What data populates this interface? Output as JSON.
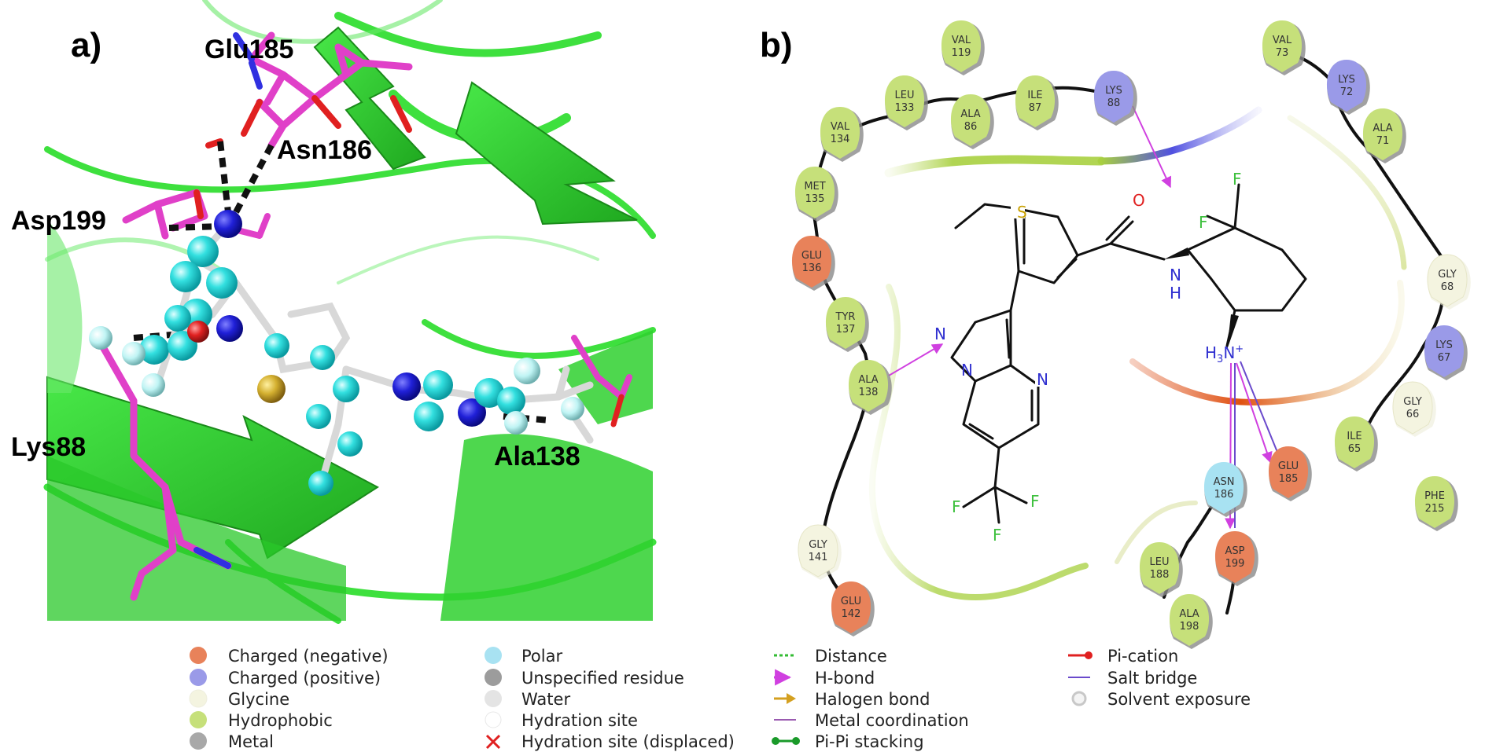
{
  "panel_a": {
    "letter": "a)",
    "residues": [
      {
        "label": "Glu185"
      },
      {
        "label": "Asn186"
      },
      {
        "label": "Asp199"
      },
      {
        "label": "Lys88"
      },
      {
        "label": "Ala138"
      }
    ]
  },
  "panel_b": {
    "letter": "b)",
    "residues": [
      {
        "name": "VAL",
        "num": "119",
        "type": "hydrophobic"
      },
      {
        "name": "LEU",
        "num": "133",
        "type": "hydrophobic"
      },
      {
        "name": "ALA",
        "num": "86",
        "type": "hydrophobic"
      },
      {
        "name": "ILE",
        "num": "87",
        "type": "hydrophobic"
      },
      {
        "name": "LYS",
        "num": "88",
        "type": "positive"
      },
      {
        "name": "VAL",
        "num": "134",
        "type": "hydrophobic"
      },
      {
        "name": "MET",
        "num": "135",
        "type": "hydrophobic"
      },
      {
        "name": "GLU",
        "num": "136",
        "type": "negative"
      },
      {
        "name": "TYR",
        "num": "137",
        "type": "hydrophobic"
      },
      {
        "name": "ALA",
        "num": "138",
        "type": "hydrophobic"
      },
      {
        "name": "GLY",
        "num": "141",
        "type": "glycine"
      },
      {
        "name": "GLU",
        "num": "142",
        "type": "negative"
      },
      {
        "name": "VAL",
        "num": "73",
        "type": "hydrophobic"
      },
      {
        "name": "LYS",
        "num": "72",
        "type": "positive"
      },
      {
        "name": "ALA",
        "num": "71",
        "type": "hydrophobic"
      },
      {
        "name": "GLY",
        "num": "68",
        "type": "glycine"
      },
      {
        "name": "LYS",
        "num": "67",
        "type": "positive"
      },
      {
        "name": "GLY",
        "num": "66",
        "type": "glycine"
      },
      {
        "name": "ILE",
        "num": "65",
        "type": "hydrophobic"
      },
      {
        "name": "PHE",
        "num": "215",
        "type": "hydrophobic"
      },
      {
        "name": "ASN",
        "num": "186",
        "type": "polar"
      },
      {
        "name": "GLU",
        "num": "185",
        "type": "negative"
      },
      {
        "name": "LEU",
        "num": "188",
        "type": "hydrophobic"
      },
      {
        "name": "ASP",
        "num": "199",
        "type": "negative"
      },
      {
        "name": "ALA",
        "num": "198",
        "type": "hydrophobic"
      }
    ],
    "atoms": {
      "S": "S",
      "O": "O",
      "N": "N",
      "H": "H",
      "F1": "F",
      "F2": "F",
      "F3": "F",
      "F4": "F",
      "F5": "F",
      "N_pyr1": "N",
      "N_pyr2": "N",
      "N_pyr3": "N",
      "NH3_base": "H",
      "NH3_sub": "3",
      "NH3_N": "N",
      "NH3_charge": "+"
    }
  },
  "colors": {
    "negative": "#e8825a",
    "positive": "#9a9ae8",
    "glycine": "#f4f4e0",
    "hydrophobic": "#c6e07a",
    "polar": "#a8e2f2",
    "unspecified": "#9c9c9c",
    "water": "#e4e4e4",
    "metal": "#a8a8a8",
    "hbond": "#d040e0",
    "salt_bridge": "#6a4acc",
    "pi_cation": "#e02020",
    "pipi": "#1a9a2a",
    "halogen": "#d4a020",
    "distance": "#33bb33",
    "ribbon_green": "#3ee03e",
    "carbon_cyan": "#33e0e0",
    "magenta_stick": "#e040c8"
  },
  "legend": {
    "col1": [
      "Charged (negative)",
      "Charged (positive)",
      "Glycine",
      "Hydrophobic",
      "Metal"
    ],
    "col2": [
      "Polar",
      "Unspecified residue",
      "Water",
      "Hydration site",
      "Hydration site (displaced)"
    ],
    "col3": [
      "Distance",
      "H-bond",
      "Halogen bond",
      "Metal coordination",
      "Pi-Pi stacking"
    ],
    "col4": [
      "Pi-cation",
      "Salt bridge",
      "Solvent exposure"
    ]
  }
}
